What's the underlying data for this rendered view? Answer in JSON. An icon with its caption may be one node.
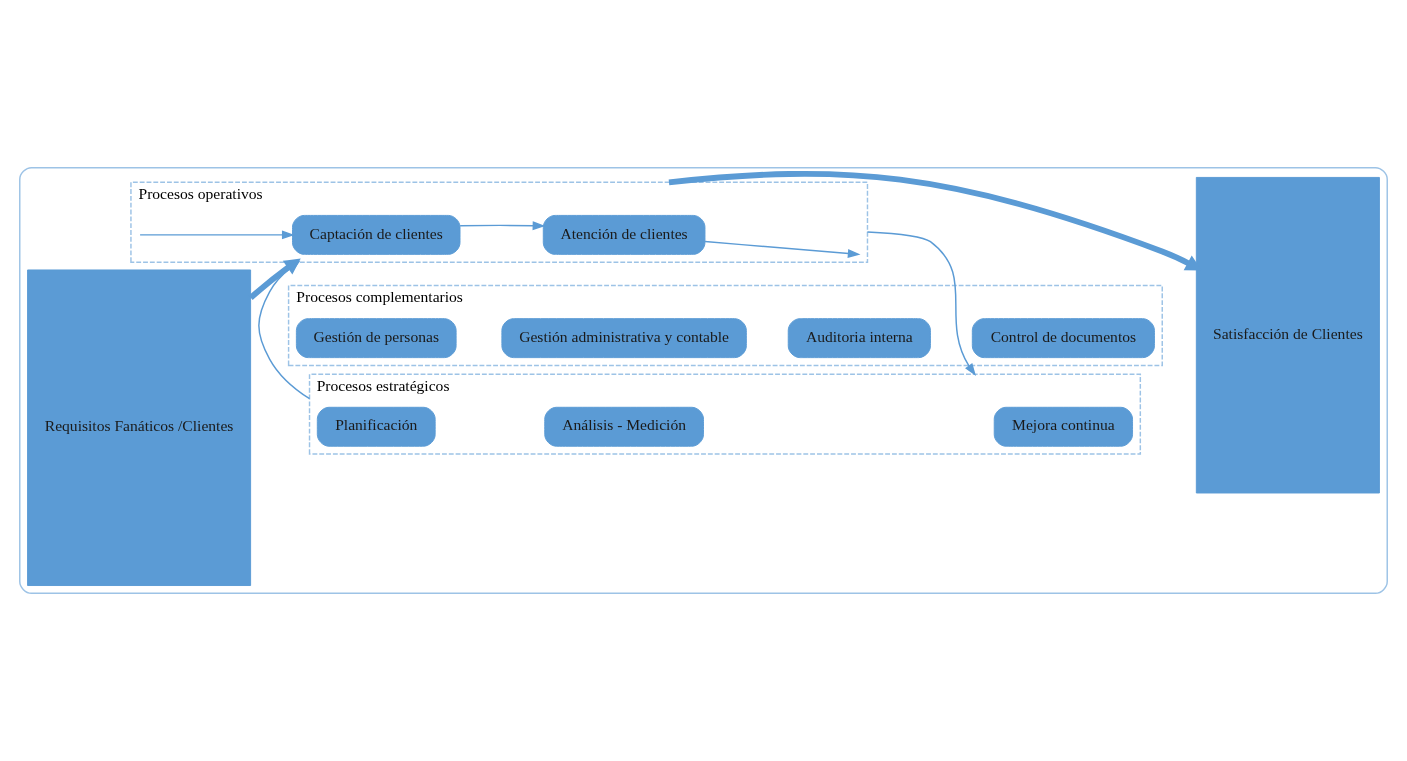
{
  "diagram": {
    "nodes": [
      {
        "text": [],
        "shape": "box"
      },
      {
        "text": [
          "Requisitos Fanáticos /Clientes"
        ],
        "in": 0
      },
      {
        "text": [
          "Procesos estratégicos"
        ],
        "in": 0
      },
      {
        "text": [
          "Planificación"
        ],
        "in": 2
      },
      {
        "text": [
          "Análisis - Medición"
        ],
        "in": 2
      },
      {
        "text": [
          "Mejora continua"
        ],
        "in": 2
      },
      {
        "text": [
          "Procesos operativos"
        ],
        "in": 0
      },
      {
        "text": [
          "Captación de clientes"
        ],
        "in": 6
      },
      {
        "text": [
          "Atención de clientes"
        ],
        "in": 6
      },
      {
        "text": [
          "Procesos complementarios"
        ],
        "in": 0
      },
      {
        "text": [
          "Gestión de personas"
        ],
        "in": 9
      },
      {
        "text": [
          "Gestión administrativa y contable"
        ],
        "in": 9
      },
      {
        "text": [
          "Auditoria interna"
        ],
        "in": 9
      },
      {
        "text": [
          "Control de documentos"
        ],
        "in": 9
      },
      {
        "text": [
          "Satisfacción de Clientes"
        ],
        "in": 0
      }
    ],
    "edges": [
      {
        "from": 2,
        "to": 6,
        "arrow": "to"
      },
      {
        "from": 6,
        "to": 2,
        "arrow": "to"
      },
      {
        "from": 1,
        "to": 6,
        "arrow": "to",
        "style": "thick"
      },
      {
        "from": 6,
        "to": 7,
        "arrow": "to"
      },
      {
        "from": 7,
        "to": 8,
        "arrow": "to"
      },
      {
        "from": 8,
        "to": 6,
        "arrow": "to"
      },
      {
        "from": 6,
        "to": 14,
        "arrow": "to",
        "style": "thick"
      }
    ]
  }
}
